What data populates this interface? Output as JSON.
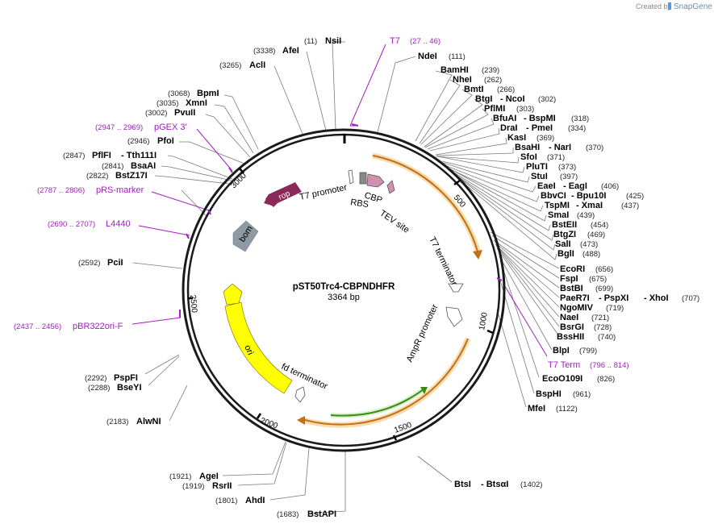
{
  "credit": {
    "created_by": "Created by",
    "app": "SnapGene"
  },
  "plasmid": {
    "name": "pST50Trc4-CBPNDHFR",
    "length_label": "3364 bp"
  },
  "ticks": [
    "500",
    "1000",
    "1500",
    "2000",
    "2500",
    "3000"
  ],
  "features": {
    "rop": "rop",
    "bom": "bom",
    "ori": "ori",
    "cbp": "CBP",
    "rbs": "RBS",
    "tev_site": "TEV site",
    "t7_promoter": "T7 promoter",
    "t7_terminator": "T7 terminator",
    "ampr_promoter": "AmpR promoter",
    "fd_terminator": "fd terminator"
  },
  "enzymes_right": [
    {
      "name": "NdeI",
      "pos": "(111)"
    },
    {
      "name": "BamHI",
      "pos": "(239)"
    },
    {
      "name": "NheI",
      "pos": "(262)"
    },
    {
      "name": "BmtI",
      "pos": "(266)"
    },
    {
      "name": "BtgI",
      "extra": "- NcoI",
      "pos": "(302)"
    },
    {
      "name": "PflMI",
      "pos": "(303)"
    },
    {
      "name": "BfuAI",
      "extra": "- BspMI",
      "pos": "(318)"
    },
    {
      "name": "DraI",
      "extra": "- PmeI",
      "pos": "(334)"
    },
    {
      "name": "KasI",
      "pos": "(369)"
    },
    {
      "name": "BsaHI",
      "extra": "- NarI",
      "pos": "(370)"
    },
    {
      "name": "SfoI",
      "pos": "(371)"
    },
    {
      "name": "PluTI",
      "pos": "(373)"
    },
    {
      "name": "StuI",
      "pos": "(397)"
    },
    {
      "name": "EaeI",
      "extra": "- EagI",
      "pos": "(406)"
    },
    {
      "name": "BbvCI",
      "extra": "- Bpu10I",
      "pos": "(425)"
    },
    {
      "name": "TspMI",
      "extra": "- XmaI",
      "pos": "(437)"
    },
    {
      "name": "SmaI",
      "pos": "(439)"
    },
    {
      "name": "BstEII",
      "pos": "(454)"
    },
    {
      "name": "BtgZI",
      "pos": "(469)"
    },
    {
      "name": "SalI",
      "pos": "(473)"
    },
    {
      "name": "BglI",
      "pos": "(488)"
    },
    {
      "name": "EcoRI",
      "pos": "(656)"
    },
    {
      "name": "FspI",
      "pos": "(675)"
    },
    {
      "name": "BstBI",
      "pos": "(699)"
    },
    {
      "name": "PaeR7I",
      "extra": "- PspXI",
      "extra2": "- XhoI",
      "pos": "(707)"
    },
    {
      "name": "NgoMIV",
      "pos": "(719)"
    },
    {
      "name": "NaeI",
      "pos": "(721)"
    },
    {
      "name": "BsrGI",
      "pos": "(728)"
    },
    {
      "name": "BssHII",
      "pos": "(740)"
    },
    {
      "name": "BlpI",
      "pos": "(799)"
    },
    {
      "name": "EcoO109I",
      "pos": "(826)"
    },
    {
      "name": "BspHI",
      "pos": "(961)"
    },
    {
      "name": "MfeI",
      "pos": "(1122)"
    }
  ],
  "enzymes_bottom": [
    {
      "name": "BtsI",
      "extra": "- BtsαI",
      "pos": "(1402)"
    },
    {
      "name": "BstAPI",
      "pos": "(1683)"
    },
    {
      "name": "AhdI",
      "pos": "(1801)"
    },
    {
      "name": "RsrII",
      "pos": "(1919)"
    },
    {
      "name": "AgeI",
      "pos": "(1921)"
    }
  ],
  "enzymes_left": [
    {
      "name": "NsiI",
      "pos": "(11)"
    },
    {
      "name": "AfeI",
      "pos": "(3338)"
    },
    {
      "name": "AclI",
      "pos": "(3265)"
    },
    {
      "name": "BpmI",
      "pos": "(3068)"
    },
    {
      "name": "XmnI",
      "pos": "(3035)"
    },
    {
      "name": "PvuII",
      "pos": "(3002)"
    },
    {
      "name": "PfoI",
      "pos": "(2946)"
    },
    {
      "name": "PflFI",
      "extra": "- Tth111I",
      "pos": "(2847)"
    },
    {
      "name": "BsaAI",
      "pos": "(2841)"
    },
    {
      "name": "BstZ17I",
      "pos": "(2822)"
    },
    {
      "name": "PciI",
      "pos": "(2592)"
    },
    {
      "name": "PspFI",
      "pos": "(2292)"
    },
    {
      "name": "BseYI",
      "pos": "(2288)"
    },
    {
      "name": "AlwNI",
      "pos": "(2183)"
    }
  ],
  "primers": [
    {
      "name": "T7",
      "range": "(27 .. 46)"
    },
    {
      "name": "pGEX 3'",
      "range": "(2947 .. 2969)"
    },
    {
      "name": "pRS-marker",
      "range": "(2787 .. 2806)"
    },
    {
      "name": "L4440",
      "range": "(2690 .. 2707)"
    },
    {
      "name": "pBR322ori-F",
      "range": "(2437 .. 2456)"
    },
    {
      "name": "T7 Term",
      "range": "(796 .. 814)"
    }
  ],
  "colors": {
    "backbone": "#1a1a1a",
    "primer": "#a020c0",
    "rop": "#8b2a5a",
    "bom": "#8f9aa3",
    "ori": "#ffff00",
    "cbp": "#d090b0",
    "orf_orange": "#e69a3a",
    "orf_green": "#5ab025"
  }
}
